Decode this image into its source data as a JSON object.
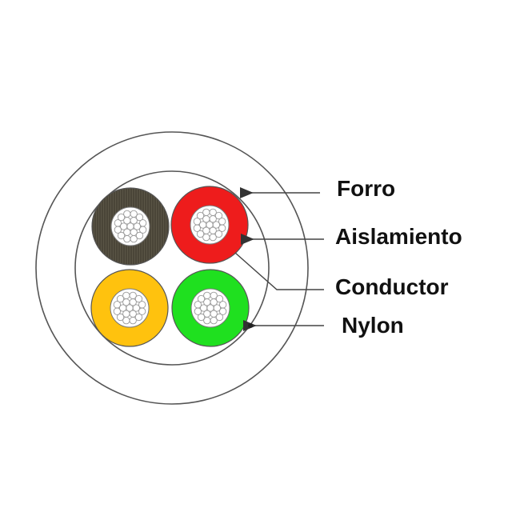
{
  "labels": {
    "forro": "Forro",
    "aislamiento": "Aislamiento",
    "conductor": "Conductor",
    "nylon": "Nylon"
  },
  "colors": {
    "background": "#ffffff",
    "outline": "#555555",
    "leader": "#444444",
    "black_core": "#4a4538",
    "red_core": "#ee1c1c",
    "yellow_core": "#ffc20e",
    "green_core": "#1fe01f",
    "strand": "#999999"
  },
  "cores": [
    {
      "color": "black",
      "label": "black-core"
    },
    {
      "color": "red",
      "label": "red-core"
    },
    {
      "color": "yellow",
      "label": "yellow-core"
    },
    {
      "color": "green",
      "label": "green-core"
    }
  ]
}
